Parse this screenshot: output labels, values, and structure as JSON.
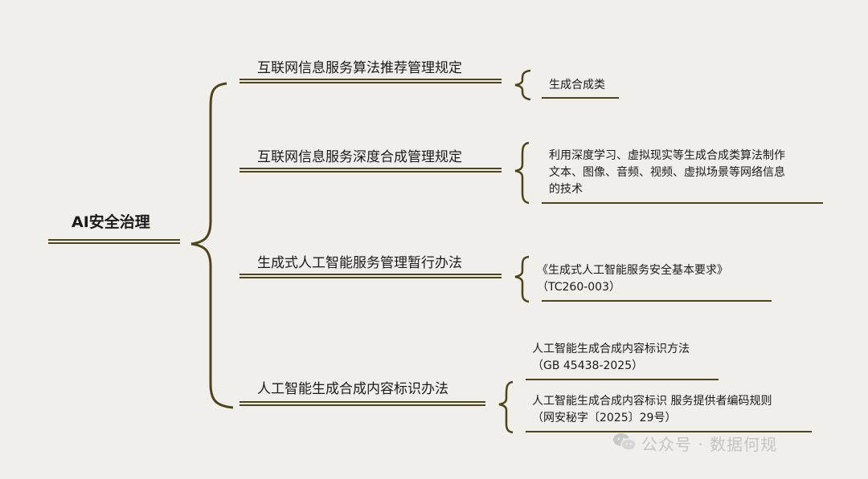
{
  "root": {
    "label": "AI安全治理"
  },
  "branches": [
    {
      "label": "互联网信息服务算法推荐管理规定",
      "children": [
        {
          "lines": [
            "生成合成类"
          ]
        }
      ]
    },
    {
      "label": "互联网信息服务深度合成管理规定",
      "children": [
        {
          "lines": [
            "利用深度学习、虚拟现实等生成合成类算法制作",
            "文本、图像、音频、视频、虚拟场景等网络信息",
            "的技术"
          ]
        }
      ]
    },
    {
      "label": "生成式人工智能服务管理暂行办法",
      "children": [
        {
          "lines": [
            "《生成式人工智能服务安全基本要求》",
            "（TC260-003）"
          ]
        }
      ]
    },
    {
      "label": "人工智能生成合成内容标识办法",
      "children": [
        {
          "lines": [
            "人工智能生成合成内容标识方法",
            "（GB 45438-2025）"
          ]
        },
        {
          "lines": [
            "人工智能生成合成内容标识 服务提供者编码规则",
            "（网安秘字〔2025〕29号）"
          ]
        }
      ]
    }
  ],
  "watermark": {
    "text": "公众号 · 数据何规",
    "icon": "wechat-icon"
  },
  "colors": {
    "line": "#4d4519",
    "background": "#f0efec",
    "watermark": "#c4c4c4"
  }
}
